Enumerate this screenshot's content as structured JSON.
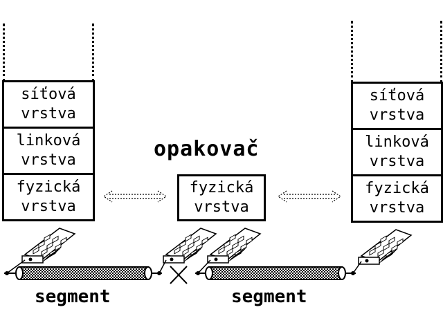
{
  "left_stack": {
    "network": [
      "síťová",
      "vrstva"
    ],
    "link": [
      "linková",
      "vrstva"
    ],
    "physical": [
      "fyzická",
      "vrstva"
    ]
  },
  "repeater": {
    "title": "opakovač",
    "physical": [
      "fyzická",
      "vrstva"
    ]
  },
  "right_stack": {
    "network": [
      "síťová",
      "vrstva"
    ],
    "link": [
      "linková",
      "vrstva"
    ],
    "physical": [
      "fyzická",
      "vrstva"
    ]
  },
  "segments": [
    "segment",
    "segment"
  ],
  "icons": [
    "network-card-icon",
    "cable-icon",
    "cut-mark-icon",
    "bidirectional-arrow-icon"
  ]
}
